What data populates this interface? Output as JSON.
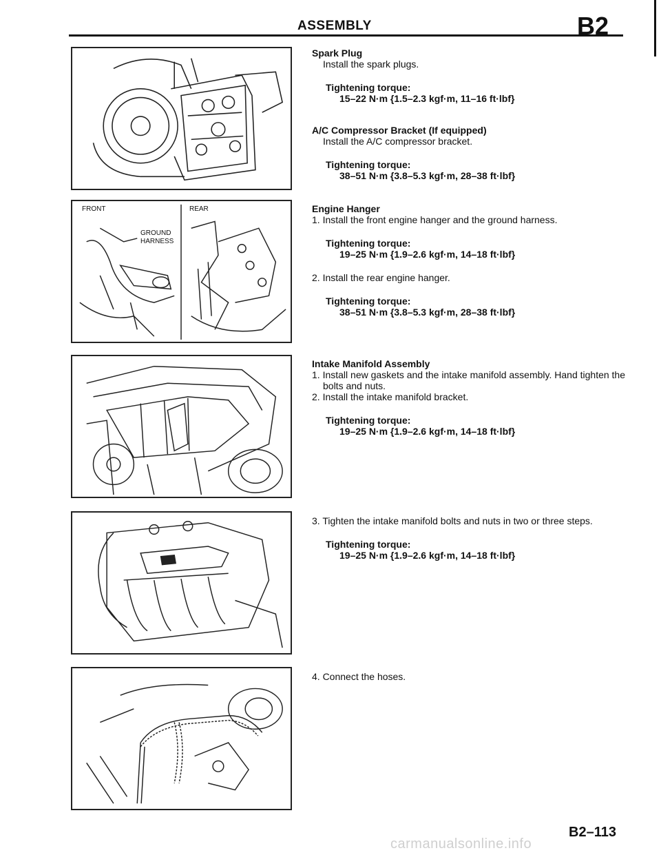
{
  "header": {
    "title": "ASSEMBLY",
    "code": "B2"
  },
  "figures": {
    "fig2": {
      "front_label": "FRONT",
      "rear_label": "REAR",
      "ground_label": "GROUND",
      "harness_label": "HARNESS"
    }
  },
  "sections": {
    "spark_plug": {
      "heading": "Spark Plug",
      "text": "Install the spark plugs.",
      "torque_label": "Tightening torque:",
      "torque_value": "15–22 N·m {1.5–2.3 kgf·m, 11–16 ft·lbf}"
    },
    "ac_bracket": {
      "heading": "A/C Compressor Bracket (If equipped)",
      "text": "Install the A/C compressor bracket.",
      "torque_label": "Tightening torque:",
      "torque_value": "38–51 N·m {3.8–5.3 kgf·m, 28–38 ft·lbf}"
    },
    "engine_hanger": {
      "heading": "Engine Hanger",
      "step1": "1. Install the front engine hanger and the ground harness.",
      "torque1_label": "Tightening torque:",
      "torque1_value": "19–25 N·m {1.9–2.6 kgf·m, 14–18 ft·lbf}",
      "step2": "2. Install the rear engine hanger.",
      "torque2_label": "Tightening torque:",
      "torque2_value": "38–51 N·m {3.8–5.3 kgf·m, 28–38 ft·lbf}"
    },
    "intake_manifold": {
      "heading": "Intake Manifold Assembly",
      "step1": "1. Install new gaskets and the intake manifold assembly. Hand tighten the bolts and nuts.",
      "step2": "2. Install the intake manifold bracket.",
      "torque_label": "Tightening torque:",
      "torque_value": "19–25 N·m {1.9–2.6 kgf·m, 14–18 ft·lbf}"
    },
    "intake_tighten": {
      "step3": "3. Tighten the intake manifold bolts and nuts in two or three steps.",
      "torque_label": "Tightening torque:",
      "torque_value": "19–25 N·m {1.9–2.6 kgf·m, 14–18 ft·lbf}"
    },
    "hoses": {
      "step4": "4. Connect the hoses."
    }
  },
  "footer": {
    "page_number": "B2–113",
    "watermark": "carmanualsonline.info"
  }
}
